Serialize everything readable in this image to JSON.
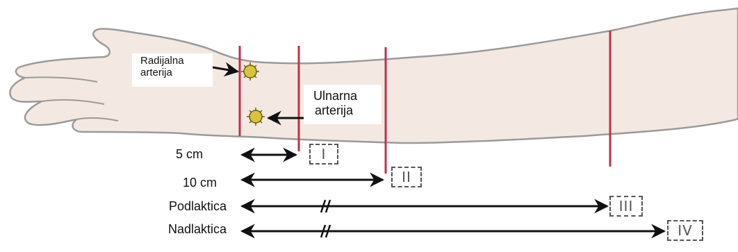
{
  "labels": {
    "radial_artery": [
      "Radijalna",
      "arterija"
    ],
    "ulnar_artery": [
      "Ulnarna",
      "arterija"
    ]
  },
  "distances": {
    "five_cm": "5 cm",
    "ten_cm": "10 cm",
    "forearm": "Podlaktica",
    "upper_arm": "Nadlaktica"
  },
  "zones": {
    "zone_1": "I",
    "zone_2": "II",
    "zone_3": "III",
    "zone_4": "IV"
  },
  "colors": {
    "skin_fill": "#f4e8e2",
    "skin_outline": "#9a9a9a",
    "incision_line": "#c0304a",
    "pulse_dot": "#d8c43a",
    "arrow": "#111111"
  }
}
